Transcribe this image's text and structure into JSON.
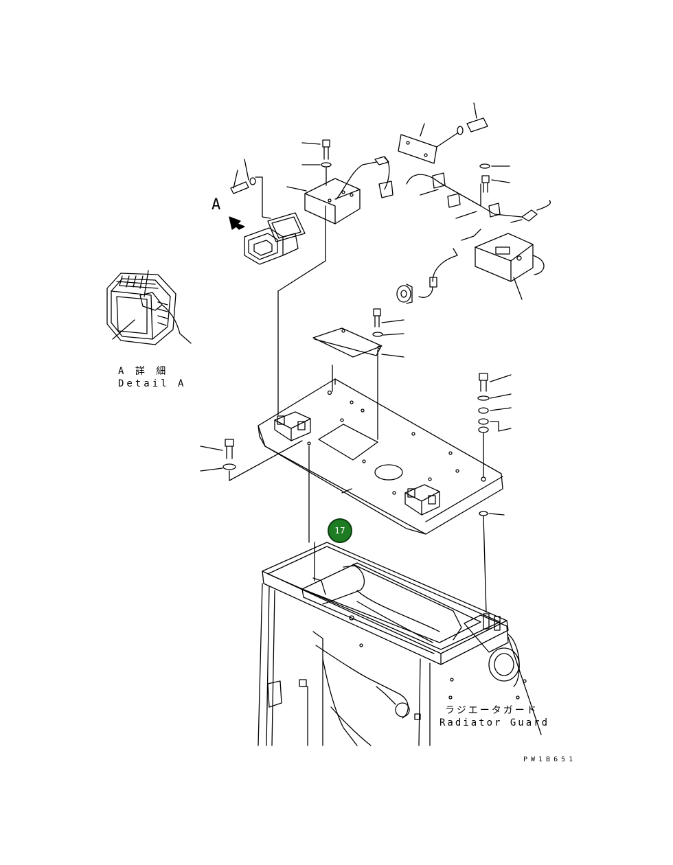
{
  "view_label": "A",
  "detail": {
    "title_jp": "A 詳 細",
    "title_en": "Detail A"
  },
  "radiator_guard": {
    "label_jp": "ラジエータガード",
    "label_en": "Radiator Guard"
  },
  "callout": {
    "number": "17",
    "color": "#1e7d23"
  },
  "drawing_code": "PW1B651"
}
